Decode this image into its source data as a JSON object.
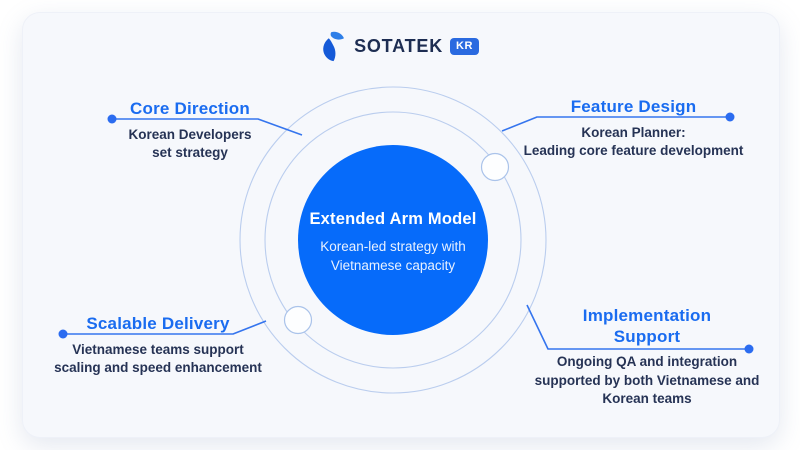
{
  "page": {
    "background": "#ffffff",
    "card_background": "#f6f8fc"
  },
  "logo": {
    "brand": "SOTATEK",
    "badge": "KR"
  },
  "colors": {
    "accent_blue": "#1a6cf0",
    "center_circle_blue": "#066bfa",
    "body_text": "#263355",
    "ring_stroke": "#bacdee",
    "connector_blue": "#3575ee",
    "badge_blue": "#2a6ae0"
  },
  "diagram": {
    "center": {
      "title": "Extended Arm Model",
      "subtitle": "Korean-led strategy with\nVietnamese capacity"
    },
    "callouts": [
      {
        "id": "core-direction",
        "position": "top-left",
        "title": "Core Direction",
        "description": "Korean Developers\nset strategy"
      },
      {
        "id": "feature-design",
        "position": "top-right",
        "title": "Feature Design",
        "description": "Korean Planner:\nLeading core feature development"
      },
      {
        "id": "scalable-delivery",
        "position": "bottom-left",
        "title": "Scalable Delivery",
        "description": "Vietnamese teams support\nscaling and speed enhancement"
      },
      {
        "id": "implementation-support",
        "position": "bottom-right",
        "title": "Implementation\nSupport",
        "description": "Ongoing QA and integration\nsupported by both Vietnamese and\nKorean teams"
      }
    ]
  }
}
